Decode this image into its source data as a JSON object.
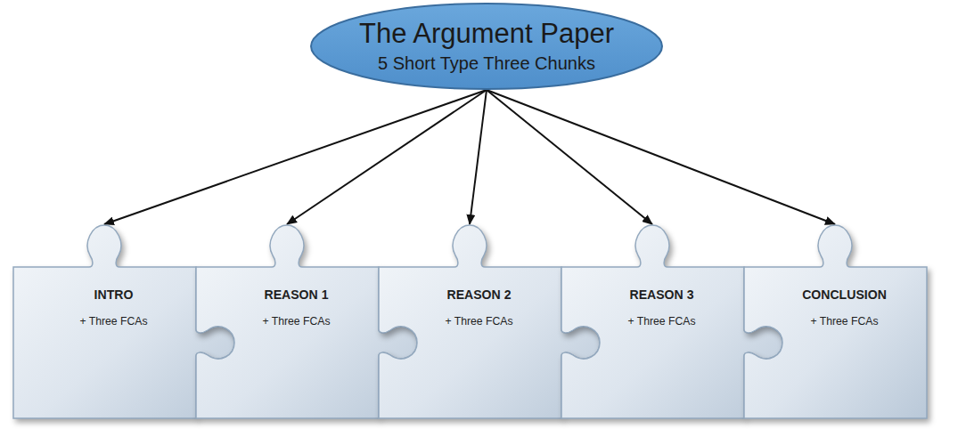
{
  "diagram": {
    "nodes": [
      {
        "text": [
          "The Argument Paper",
          "5 Short Type Three Chunks"
        ]
      },
      {
        "text": [
          "INTRO",
          "+ Three FCAs"
        ]
      },
      {
        "text": [
          "REASON 1",
          "+ Three FCAs"
        ]
      },
      {
        "text": [
          "REASON 2",
          "+ Three FCAs"
        ]
      },
      {
        "text": [
          "REASON 3",
          "+ Three FCAs"
        ]
      },
      {
        "text": [
          "CONCLUSION",
          "+ Three FCAs"
        ]
      }
    ],
    "edges": [
      {
        "from": 0,
        "to": 1,
        "arrow": "to"
      },
      {
        "from": 0,
        "to": 2,
        "arrow": "to"
      },
      {
        "from": 0,
        "to": 3,
        "arrow": "to"
      },
      {
        "from": 0,
        "to": 4,
        "arrow": "to"
      },
      {
        "from": 0,
        "to": 5,
        "arrow": "to"
      }
    ]
  }
}
